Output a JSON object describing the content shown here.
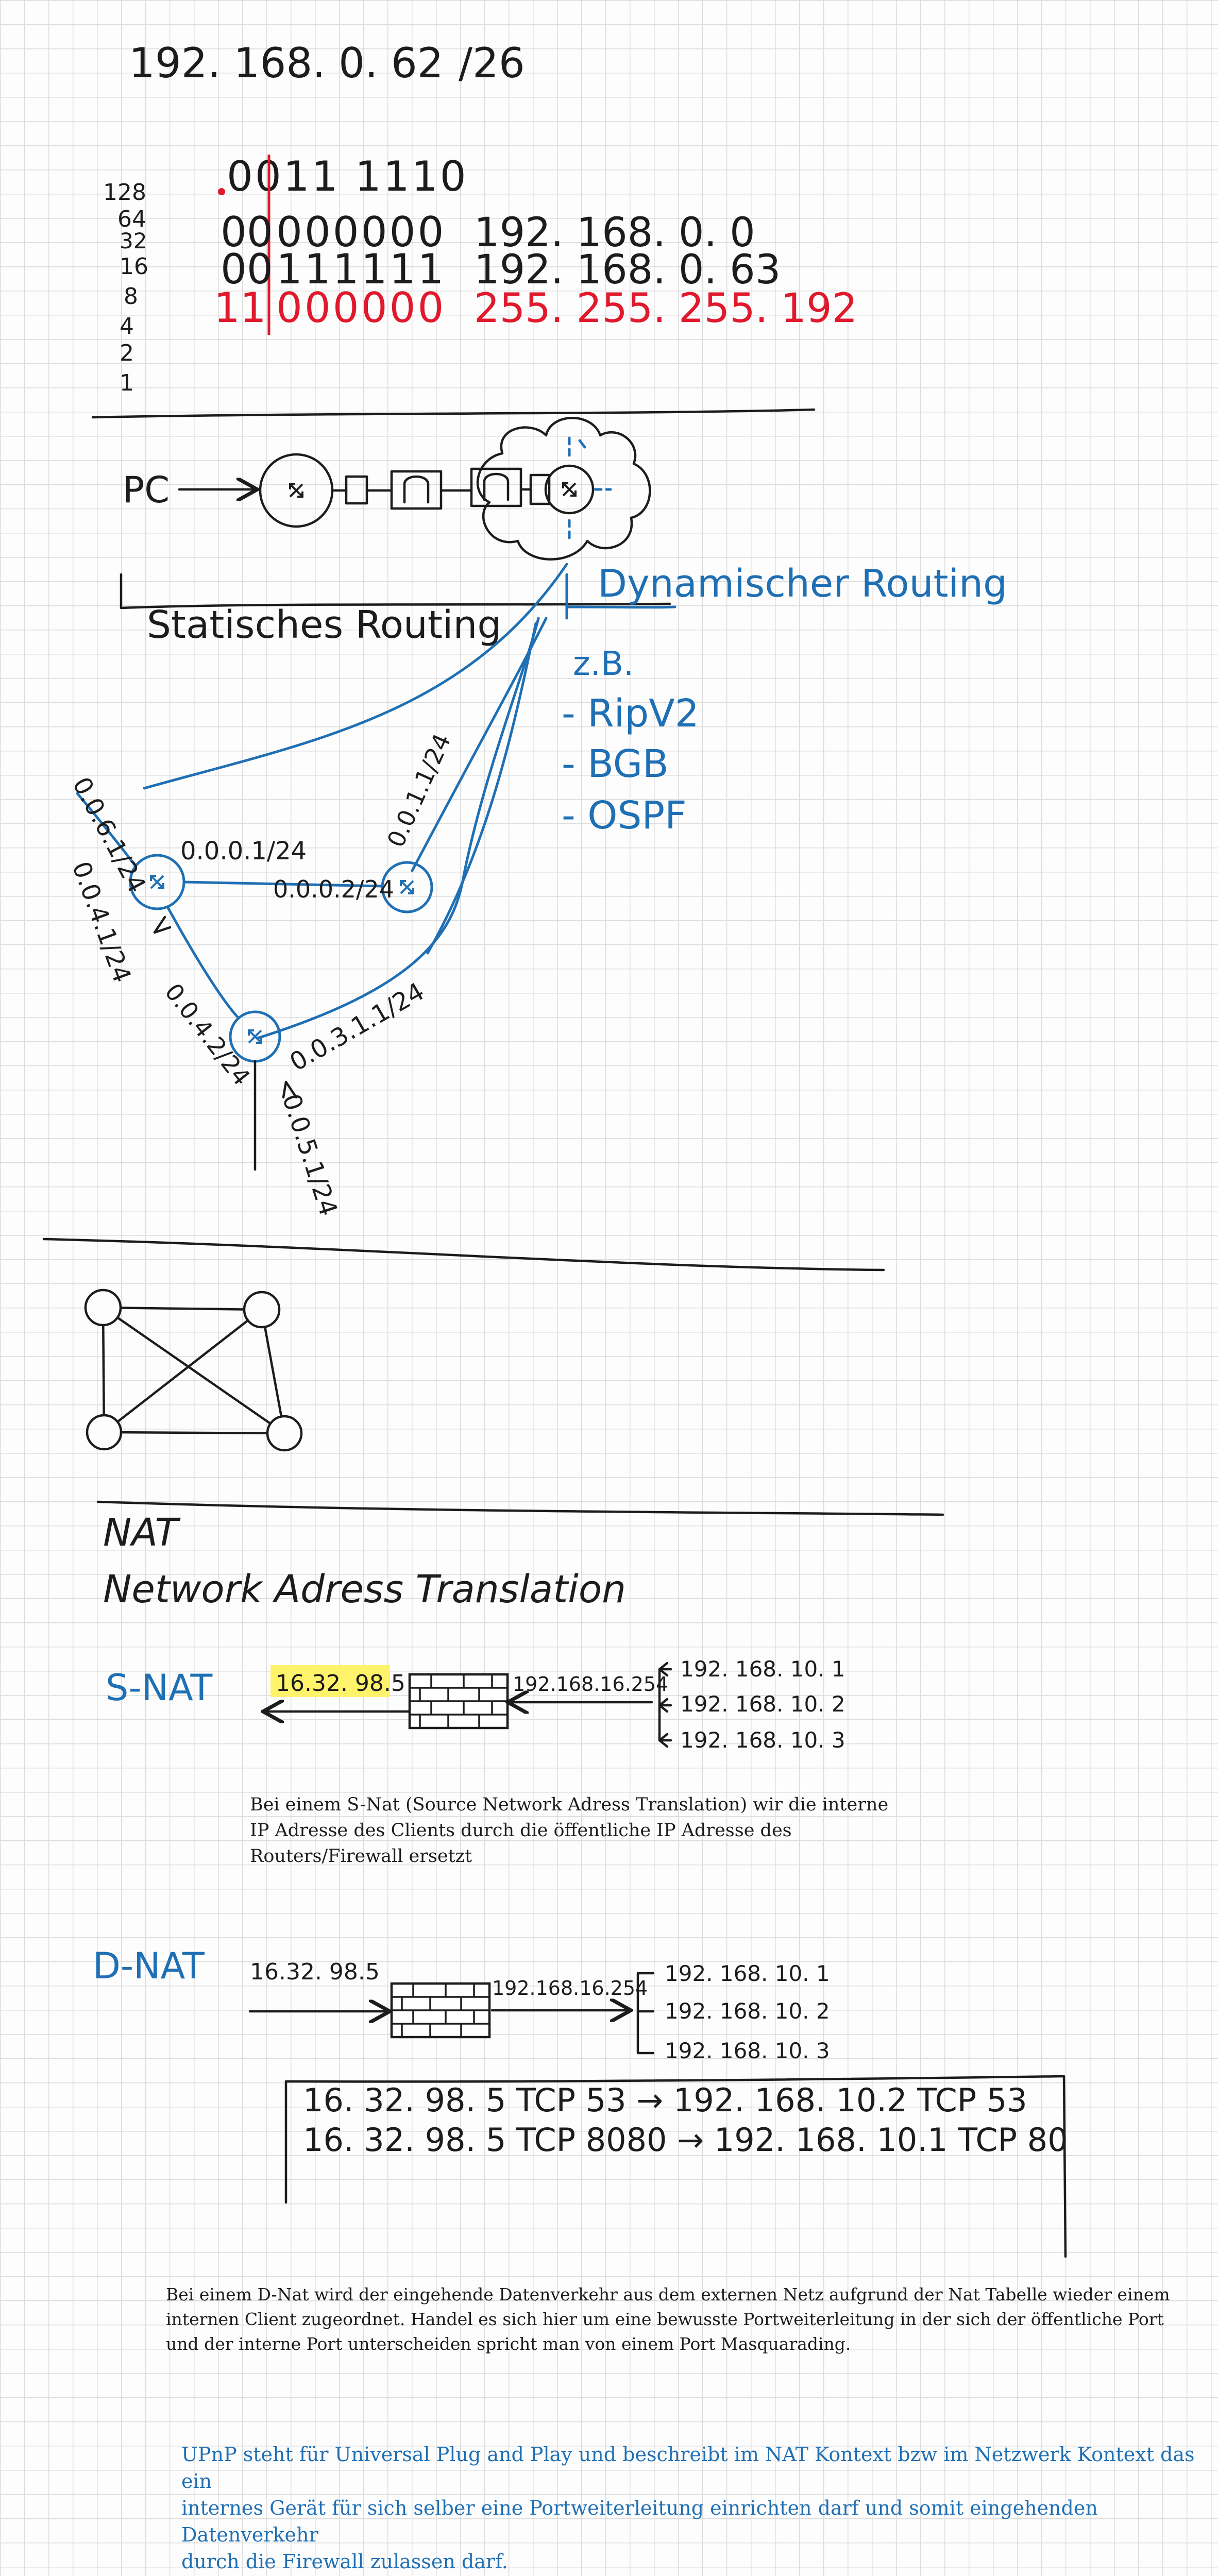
{
  "header": {
    "ip": "192. 168. 0. 62",
    "cidr": "/26"
  },
  "subnet": {
    "bit_weights": [
      "128",
      "64",
      "32",
      "16",
      "8",
      "4",
      "2",
      "1"
    ],
    "top_row": "0011 1110",
    "rows": [
      {
        "net_bits": "00",
        "host_bits": "000000",
        "address": "192. 168. 0. 0",
        "color": "#1c1c1c"
      },
      {
        "net_bits": "00",
        "host_bits": "111111",
        "address": "192. 168. 0. 63",
        "color": "#1c1c1c"
      },
      {
        "net_bits": "11",
        "host_bits": "000000",
        "address": "255. 255. 255. 192",
        "color": "#e0192d"
      }
    ]
  },
  "routing": {
    "pc_label": "PC",
    "static_label": "Statisches Routing",
    "dynamic_label": "Dynamischer Routing",
    "example_label": "z.B.",
    "protocols": [
      "- RipV2",
      "- BGB",
      "- OSPF"
    ],
    "links": {
      "left_top_a": "0.0.6.1/24",
      "left_top_b": "0.0.4.1/24",
      "top_link": "0.0.0.1/24",
      "middle_link": "0.0.0.2/24",
      "up_right": "0.0.1.1/24",
      "lower_left": "0.0.4.2/24",
      "lower_right": "0.0.3.1.1/24",
      "bottom": "0.0.5.1/24"
    }
  },
  "nat": {
    "title": "NAT",
    "subtitle": "Network Adress Translation",
    "snat": {
      "label": "S-NAT",
      "public_ip": "16.32. 98.5",
      "router_ip": "192.168.16.254",
      "clients": [
        "192. 168. 10. 1",
        "192. 168. 10. 2",
        "192. 168. 10. 3"
      ],
      "highlight_color": "#fff36b",
      "description": "Bei einem S-Nat (Source Network Adress Translation) wir die interne\nIP Adresse des Clients durch die öffentliche IP Adresse des\nRouters/Firewall ersetzt"
    },
    "dnat": {
      "label": "D-NAT",
      "public_ip": "16.32. 98.5",
      "router_ip": "192.168.16.254",
      "clients": [
        "192. 168. 10. 1",
        "192. 168. 10. 2",
        "192. 168. 10. 3"
      ],
      "table_rows": [
        "16.  32.  98.  5 TCP 53 → 192. 168.  10.2  TCP 53",
        "16.  32.  98.  5 TCP 8080 → 192. 168.  10.1  TCP 80"
      ],
      "description": "Bei einem D-Nat wird der eingehende Datenverkehr aus dem externen Netz aufgrund der Nat Tabelle wieder einem\ninternen Client zugeordnet. Handel es sich hier um eine bewusste Portweiterleitung in der sich der öffentliche Port\nund der interne Port unterscheiden spricht man von einem Port Masquarading."
    },
    "upnp_note": "UPnP steht für Universal Plug and Play und beschreibt im NAT Kontext bzw im Netzwerk Kontext das ein\ninternes Gerät für sich selber eine Portweiterleitung einrichten darf und somit eingehenden Datenverkehr\ndurch die Firewall zulassen darf."
  },
  "colors": {
    "ink": "#1c1c1c",
    "blue": "#1f6fb4",
    "red": "#e0192d"
  },
  "icons": [
    "router-icon",
    "modem-icon",
    "firewall-icon",
    "cloud-icon"
  ]
}
